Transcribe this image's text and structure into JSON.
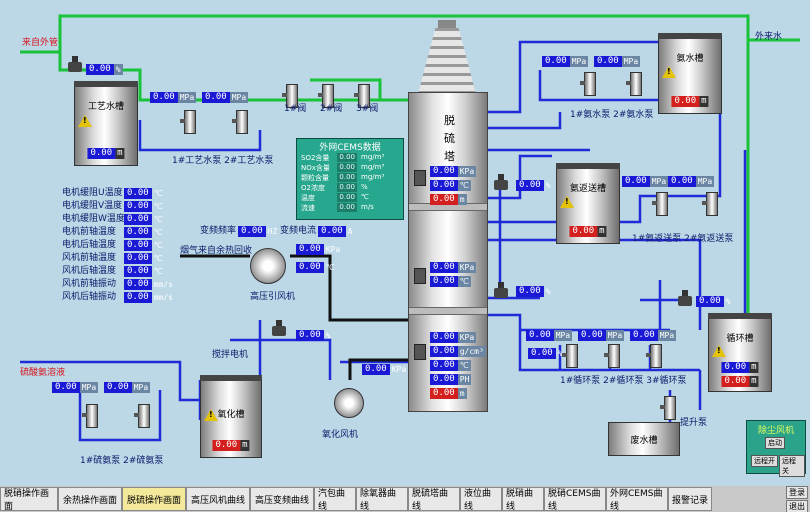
{
  "header": {
    "source_label": "来自外管",
    "external_water": "外来水"
  },
  "tower": {
    "chars": [
      "脱",
      "硫",
      "塔"
    ]
  },
  "tanks": {
    "process_water": {
      "name": "工艺水槽",
      "value": "0.00",
      "unit": "m"
    },
    "ammonia_water": {
      "name": "氨水槽",
      "value": "0.00",
      "unit": "m"
    },
    "ammonia_return": {
      "name": "氨返送槽",
      "value": "0.00",
      "unit": "m"
    },
    "oxidation": {
      "name": "氧化槽",
      "value": "0.00",
      "unit": "m"
    },
    "circulation": {
      "name": "循环槽",
      "value1": "0.00",
      "value2": "0.00",
      "unit": "m"
    },
    "waste_water": {
      "name": "废水槽"
    }
  },
  "readings": {
    "ext_valve": {
      "value": "0.00",
      "unit": "%"
    },
    "pw_pump1": {
      "value": "0.00",
      "unit": "MPa"
    },
    "pw_pump2": {
      "value": "0.00",
      "unit": "MPa"
    },
    "aw_pump1": {
      "value": "0.00",
      "unit": "MPa"
    },
    "aw_pump2": {
      "value": "0.00",
      "unit": "MPa"
    },
    "ar_pump1": {
      "value": "0.00",
      "unit": "MPa"
    },
    "ar_pump2": {
      "value": "0.00",
      "unit": "MPa"
    },
    "tower_kpa1": {
      "value": "0.00",
      "unit": "KPa"
    },
    "tower_c1": {
      "value": "0.00",
      "unit": "℃"
    },
    "tower_m1": {
      "value": "0.00",
      "unit": "m"
    },
    "valve_a": {
      "value": "0.00",
      "unit": "%"
    },
    "valve_b": {
      "value": "0.00",
      "unit": "%"
    },
    "valve_c": {
      "value": "0.00",
      "unit": "%"
    },
    "valve_d": {
      "value": "0.00",
      "unit": "%"
    },
    "tower_kpa2": {
      "value": "0.00",
      "unit": "KPa"
    },
    "tower_c2": {
      "value": "0.00",
      "unit": "℃"
    },
    "tower_kpa3": {
      "value": "0.00",
      "unit": "KPa"
    },
    "tower_gcm3": {
      "value": "0.00",
      "unit": "g/cm³"
    },
    "tower_c3": {
      "value": "0.00",
      "unit": "℃"
    },
    "tower_ph": {
      "value": "0.00",
      "unit": "PH"
    },
    "tower_m2": {
      "value": "0.00",
      "unit": "m"
    },
    "oxfan_kpa": {
      "value": "0.00",
      "unit": "KPa"
    },
    "circ_pump1": {
      "value": "0.00",
      "unit": "MPa"
    },
    "circ_pump2": {
      "value": "0.00",
      "unit": "MPa"
    },
    "circ_pump3": {
      "value": "0.00",
      "unit": "MPa"
    },
    "circ_flow": {
      "value": "0.00",
      "unit": "%"
    },
    "acid_pump1": {
      "value": "0.00",
      "unit": "MPa"
    },
    "acid_pump2": {
      "value": "0.00",
      "unit": "MPa"
    },
    "freq": {
      "label": "变频频率",
      "value": "0.00",
      "unit": "HZ"
    },
    "current": {
      "label": "变频电流",
      "value": "0.00",
      "unit": "A"
    },
    "fan_kpa": {
      "value": "0.00",
      "unit": "KPa"
    },
    "fan_c": {
      "value": "0.00",
      "unit": "℃"
    }
  },
  "cems": {
    "title": "外网CEMS数据",
    "rows": [
      {
        "name": "SO2含量",
        "value": "0.00",
        "unit": "mg/m³"
      },
      {
        "name": "NOx含量",
        "value": "0.00",
        "unit": "mg/m³"
      },
      {
        "name": "颗粒含量",
        "value": "0.00",
        "unit": "mg/m³"
      },
      {
        "name": "O2浓度",
        "value": "0.00",
        "unit": "%"
      },
      {
        "name": "温度",
        "value": "0.00",
        "unit": "℃"
      },
      {
        "name": "流速",
        "value": "0.00",
        "unit": "m/s"
      }
    ]
  },
  "motor_params": [
    {
      "name": "电机缓阻U温度",
      "value": "0.00",
      "unit": "℃"
    },
    {
      "name": "电机缓阻V温度",
      "value": "0.00",
      "unit": "℃"
    },
    {
      "name": "电机缓阻W温度",
      "value": "0.00",
      "unit": "℃"
    },
    {
      "name": "电机前轴温度",
      "value": "0.00",
      "unit": "℃"
    },
    {
      "name": "电机后轴温度",
      "value": "0.00",
      "unit": "℃"
    },
    {
      "name": "风机前轴温度",
      "value": "0.00",
      "unit": "℃"
    },
    {
      "name": "风机后轴温度",
      "value": "0.00",
      "unit": "℃"
    },
    {
      "name": "风机前轴振动",
      "value": "0.00",
      "unit": "mm/s"
    },
    {
      "name": "风机后轴振动",
      "value": "0.00",
      "unit": "mm/s"
    }
  ],
  "labels": {
    "valve1": "1#阀",
    "valve2": "2#阀",
    "valve3": "3#阀",
    "pw_pumps": "1#工艺水泵  2#工艺水泵",
    "aw_pumps": "1#氨水泵   2#氨水泵",
    "ar_pumps": "1#氨返送泵  2#氨返送泵",
    "flue_gas": "烟气来自余热回收",
    "hp_fan": "高压引风机",
    "stirrer": "搅拌电机",
    "ox_fan": "氧化风机",
    "acid": "硫酸氨溶液",
    "acid_pumps": "1#硫氨泵   2#硫氨泵",
    "circ_pumps": "1#循环泵   2#循环泵   3#循环泵",
    "lift_pump": "提升泵"
  },
  "fan_panel": {
    "title": "除尘风机",
    "btn_start": "启动",
    "btn_on": "远程开",
    "btn_off": "远程关"
  },
  "nav": {
    "tabs": [
      "脱硝操作画面",
      "余热操作画面",
      "脱硫操作画面",
      "高压风机曲线",
      "高压变频曲线",
      "汽包曲线",
      "除氧器曲线",
      "脱硫塔曲线",
      "液位曲线",
      "脱硝曲线",
      "脱硝CEMS曲线",
      "外网CEMS曲线",
      "报警记录"
    ],
    "active_index": 2,
    "side": [
      "登录",
      "退出"
    ]
  },
  "colors": {
    "pipe_blue": "#1f2bd6",
    "pipe_green": "#18c33a",
    "pipe_black": "#111111",
    "background": "#bcd7e6"
  }
}
